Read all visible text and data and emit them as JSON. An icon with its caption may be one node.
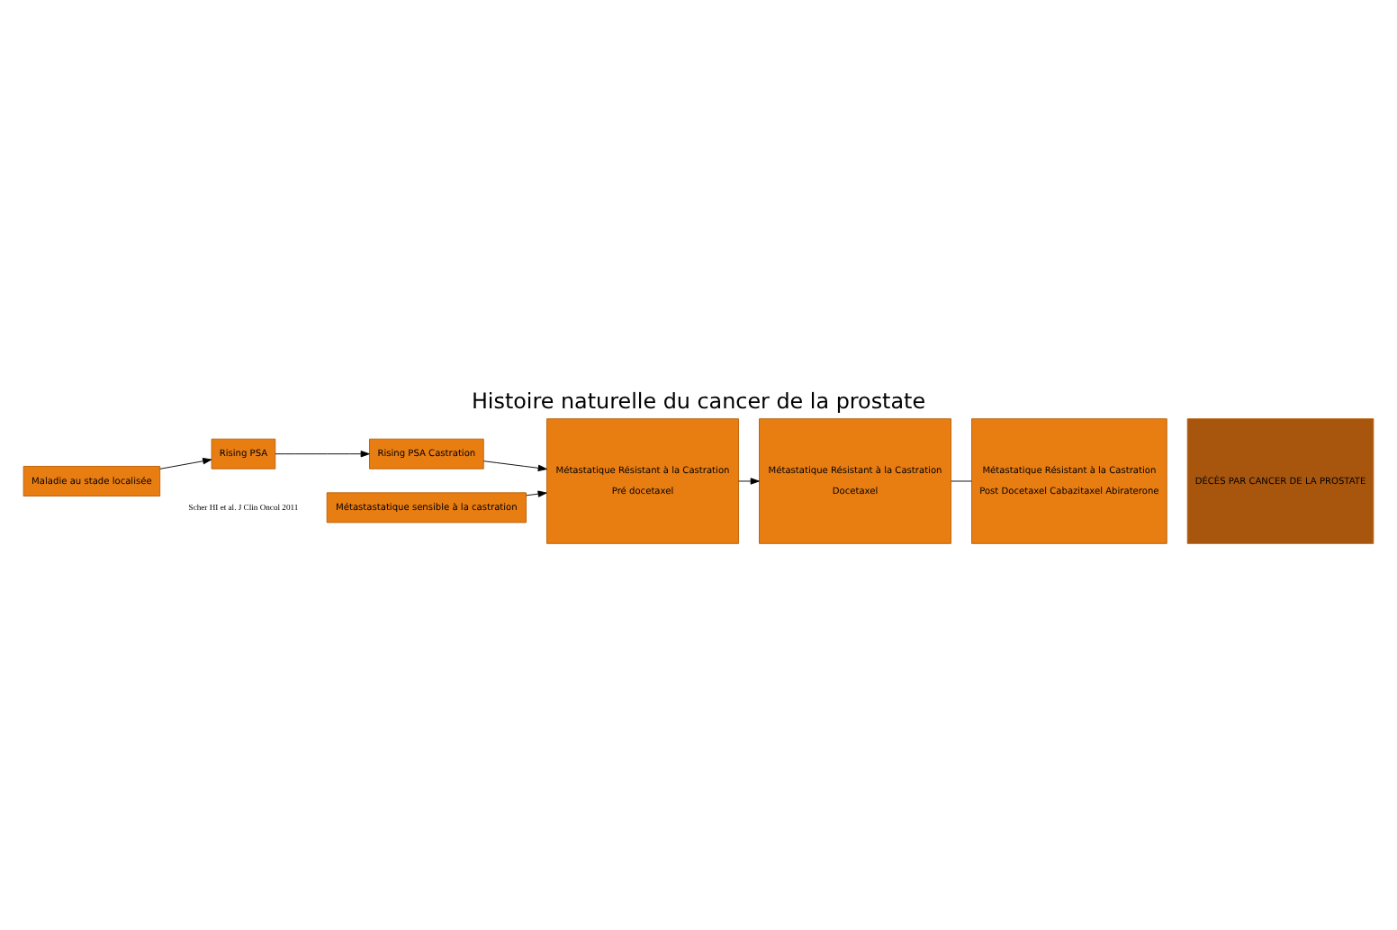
{
  "diagram": {
    "title": "Histoire naturelle du cancer de la prostate",
    "nodes": [
      {
        "text": [
          "Maladie au stade localisée"
        ]
      },
      {
        "text": [
          "Rising PSA"
        ]
      },
      {
        "text": [
          "Métastastatique sensible à la castration"
        ]
      },
      {
        "text": [
          "Rising PSA Castration"
        ]
      },
      {
        "text": [
          "Métastatique Résistant à la Castration",
          "Pré docetaxel"
        ]
      },
      {
        "text": [
          "Métastatique Résistant à la Castration",
          "Docetaxel"
        ]
      },
      {
        "text": [
          "Métastatique Résistant à la Castration",
          "Post Docetaxel Cabazitaxel Abiraterone"
        ]
      },
      {
        "text": [
          "DÉCÈS PAR CANCER DE LA PROSTATE"
        ]
      }
    ],
    "edges": [
      {
        "from": 0,
        "to": 1,
        "arrow": "to"
      },
      {
        "from": 1,
        "to": 3,
        "arrow": "to"
      },
      {
        "from": 2,
        "to": 4,
        "arrow": "to"
      },
      {
        "from": 3,
        "to": 4,
        "arrow": "to"
      },
      {
        "from": 4,
        "to": 5,
        "arrow": "to"
      },
      {
        "from": 5,
        "to": 6,
        "arrow": "none"
      }
    ],
    "labels": [
      "Scher HI et al. J Clin Oncol 2011"
    ]
  }
}
